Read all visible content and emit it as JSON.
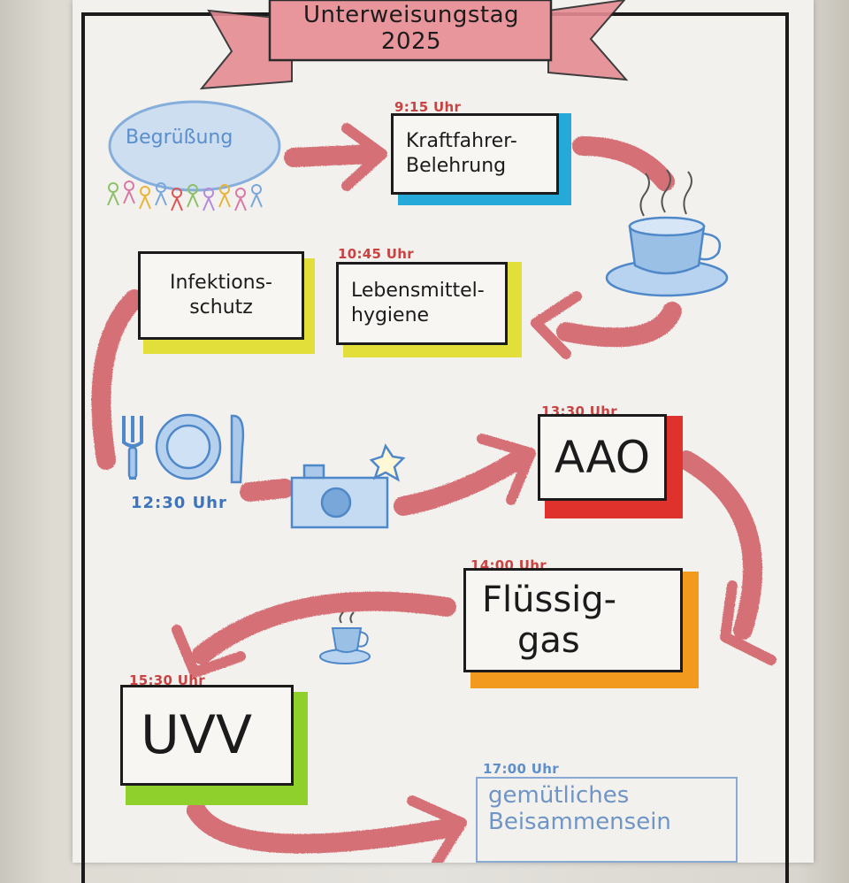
{
  "title": {
    "line1": "Unterweisungstag",
    "line2": "2025"
  },
  "greeting": "Begrüßung",
  "steps": [
    {
      "time": "9:15 Uhr",
      "line1": "Kraftfahrer-",
      "line2": "Belehrung"
    },
    {
      "time": "10:45 Uhr",
      "line1": "Lebensmittel-",
      "line2": "hygiene"
    },
    {
      "time": "",
      "line1": "Infektions-",
      "line2": "schutz"
    },
    {
      "time": "13:30 Uhr",
      "line1": "AAO",
      "line2": ""
    },
    {
      "time": "14:00 Uhr",
      "line1": "Flüssig-",
      "line2": "gas"
    },
    {
      "time": "15:30 Uhr",
      "line1": "UVV",
      "line2": ""
    }
  ],
  "lunch_time": "12:30 Uhr",
  "finale": {
    "time": "17:00 Uhr",
    "line1": "gemütliches",
    "line2": "Beisammensein"
  },
  "colors": {
    "arrow": "#cf5a62",
    "blue_ink": "#4f88c9",
    "cyan_marker": "#25a9d8",
    "yellow_marker": "#e2df3a",
    "red_marker": "#e0322c",
    "orange_marker": "#f29a1d",
    "green_marker": "#8fd02c",
    "banner": "#e58c93"
  },
  "icons": [
    "people-icon",
    "coffee-cup-icon",
    "cutlery-plate-icon",
    "camera-icon",
    "small-coffee-icon"
  ]
}
